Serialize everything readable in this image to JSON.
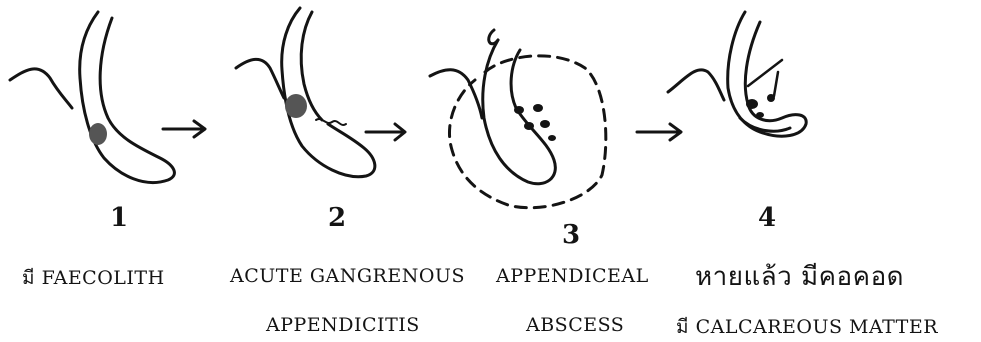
{
  "stages": [
    {
      "number": "1",
      "caption_lines": [
        "มี FAECOLITH"
      ]
    },
    {
      "number": "2",
      "caption_lines": [
        "ACUTE GANGRENOUS",
        "APPENDICITIS"
      ]
    },
    {
      "number": "3",
      "caption_lines": [
        "APPENDICEAL",
        "ABSCESS"
      ]
    },
    {
      "number": "4",
      "caption_lines": [
        "หายแล้ว มีคอคอด",
        "มี CALCAREOUS MATTER"
      ]
    }
  ],
  "ink_color": "#141414",
  "background_color": "#ffffff"
}
